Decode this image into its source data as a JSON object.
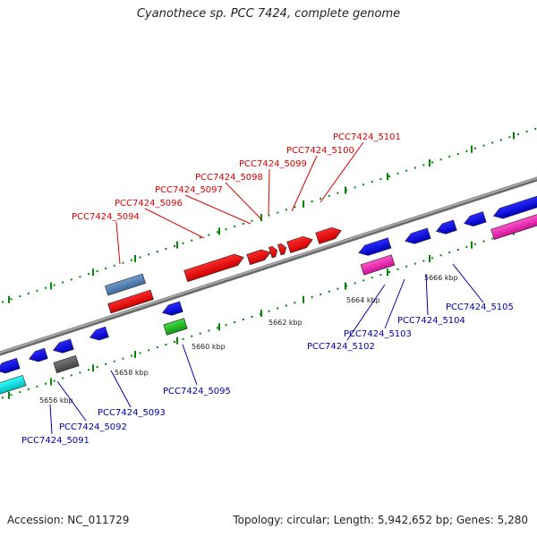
{
  "title": "Cyanothece sp. PCC 7424, complete genome",
  "footer": {
    "accession": "Accession: NC_011729",
    "meta": "Topology: circular; Length: 5,942,652 bp; Genes: 5,280"
  },
  "colors": {
    "plus_label": "#dd0000",
    "minus_label": "#0000aa",
    "backbone": "#888888",
    "tick": "#007700"
  },
  "scale_labels": [
    "5656 kbp",
    "5658 kbp",
    "5660 kbp",
    "5662 kbp",
    "5664 kbp",
    "5666 kbp"
  ],
  "plus_gene_labels": [
    "PCC7424_5094",
    "PCC7424_5096",
    "PCC7424_5097",
    "PCC7424_5098",
    "PCC7424_5099",
    "PCC7424_5100",
    "PCC7424_5101"
  ],
  "minus_gene_labels": [
    "PCC7424_5091",
    "PCC7424_5092",
    "PCC7424_5093",
    "PCC7424_5095",
    "PCC7424_5102",
    "PCC7424_5103",
    "PCC7424_5104",
    "PCC7424_5105"
  ]
}
